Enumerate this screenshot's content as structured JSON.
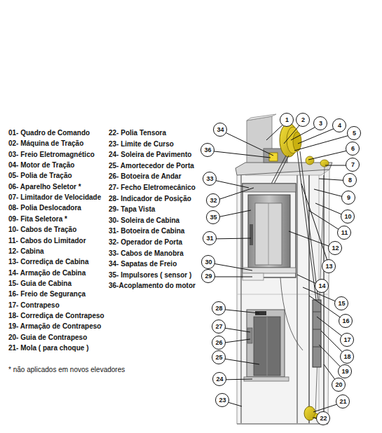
{
  "diagram": {
    "nodes": [
      {
        "text": [
          "1"
        ]
      },
      {
        "text": [
          "2"
        ]
      },
      {
        "text": [
          "3"
        ]
      },
      {
        "text": [
          "4"
        ]
      },
      {
        "text": [
          "5"
        ]
      },
      {
        "text": [
          "6"
        ]
      },
      {
        "text": [
          "7"
        ]
      },
      {
        "text": [
          "8"
        ]
      },
      {
        "text": [
          "9"
        ]
      },
      {
        "text": [
          "10"
        ]
      },
      {
        "text": [
          "11"
        ]
      },
      {
        "text": [
          "12"
        ]
      },
      {
        "text": [
          "13"
        ]
      },
      {
        "text": [
          "14"
        ]
      },
      {
        "text": [
          "15"
        ]
      },
      {
        "text": [
          "16"
        ]
      },
      {
        "text": [
          "17"
        ]
      },
      {
        "text": [
          "18"
        ]
      },
      {
        "text": [
          "19"
        ]
      },
      {
        "text": [
          "20"
        ]
      },
      {
        "text": [
          "21"
        ]
      },
      {
        "text": [
          "22"
        ]
      },
      {
        "text": [
          "23"
        ]
      },
      {
        "text": [
          "24"
        ]
      },
      {
        "text": [
          "25"
        ]
      },
      {
        "text": [
          "26"
        ]
      },
      {
        "text": [
          "27"
        ]
      },
      {
        "text": [
          "28"
        ]
      },
      {
        "text": [
          "29"
        ]
      },
      {
        "text": [
          "30"
        ]
      },
      {
        "text": [
          "31"
        ]
      },
      {
        "text": [
          "32"
        ]
      },
      {
        "text": [
          "33"
        ]
      },
      {
        "text": [
          "34"
        ]
      },
      {
        "text": [
          "35"
        ]
      },
      {
        "text": [
          "36"
        ]
      }
    ],
    "labels": [
      "01- Quadro de Comando",
      "02- Máquina de Tração",
      "03- Freio Eletromagnético",
      "04- Motor de Tração",
      "05- Polia de Tração",
      "06- Aparelho Seletor *",
      "07- Limitador de Velocidade",
      "08- Polia Deslocadora",
      "09- Fita Seletora *",
      "10- Cabos de Tração",
      "11- Cabos do Limitador",
      "12- Cabina",
      "13- Corrediça de Cabina",
      "14- Armação de Cabina",
      "15- Guia de Cabina",
      "16- Freio de Segurança",
      "17- Contrapeso",
      "18- Corrediça de Contrapeso",
      "19- Armação de Contrapeso",
      "20- Guia de Contrapeso",
      "21- Mola ( para choque )",
      "22- Polia Tensora",
      "23- Limite de Curso",
      "24- Soleira de Pavimento",
      "25- Amortecedor de Porta",
      "26- Botoeira de Andar",
      "27- Fecho Eletromecânico",
      "28- Indicador de Posição",
      "29- Tapa Vista",
      "30- Soleira de Cabina",
      "31- Botoeira de Cabina",
      "32- Operador de Porta",
      "33- Cabos de Manobra",
      "34- Sapatas de Freio",
      "35- Impulsores ( sensor )",
      "36-Acoplamento do motor",
      "* não aplicados em novos elevadores"
    ]
  }
}
